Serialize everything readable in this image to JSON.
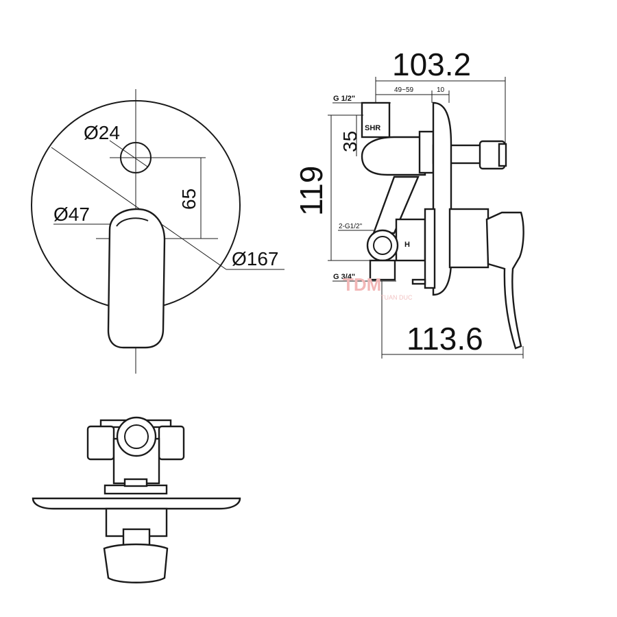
{
  "front_view": {
    "dim_hole": "Ø24",
    "dim_offset": "65",
    "dim_handle": "Ø47",
    "dim_plate": "Ø167"
  },
  "side_view": {
    "dim_depth_top": "103.2",
    "dim_range": "49~59",
    "dim_plate_gap": "10",
    "dim_height": "119",
    "dim_upper": "35",
    "dim_depth_bottom": "113.6",
    "label_top_port": "G 1/2\"",
    "label_shr": "SHR",
    "label_side_port": "2-G1/2\"",
    "label_hot": "H",
    "label_bottom_port": "G 3/4\""
  },
  "watermark": {
    "brand": "TDM",
    "sub": "TUAN DUC"
  }
}
